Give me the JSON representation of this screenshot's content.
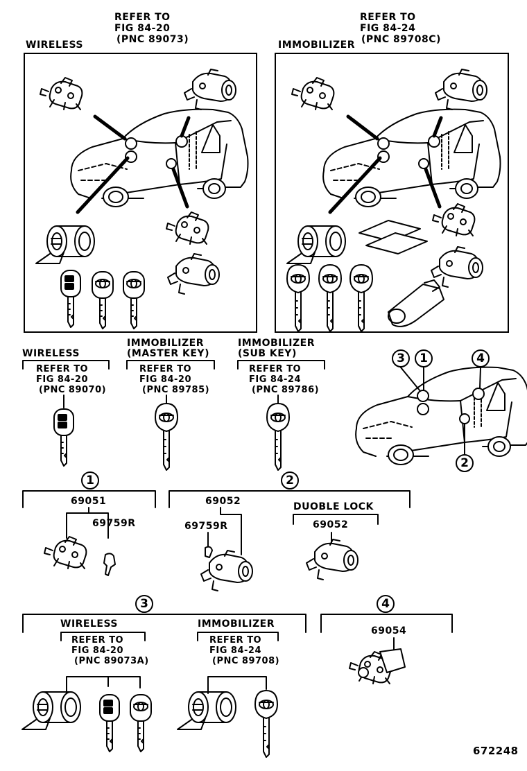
{
  "top_left": {
    "refer": [
      "REFER TO",
      "FIG 84-20",
      "(PNC 89073)"
    ],
    "title": "WIRELESS"
  },
  "top_right": {
    "refer": [
      "REFER TO",
      "FIG 84-24",
      "(PNC 89708C)"
    ],
    "title": "IMMOBILIZER"
  },
  "keys": [
    {
      "title": [
        "WIRELESS"
      ],
      "refer": [
        "REFER TO",
        "FIG 84-20",
        "(PNC 89070)"
      ]
    },
    {
      "title": [
        "IMMOBILIZER",
        "(MASTER KEY)"
      ],
      "refer": [
        "REFER TO",
        "FIG 84-20",
        "(PNC 89785)"
      ]
    },
    {
      "title": [
        "IMMOBILIZER",
        "(SUB KEY)"
      ],
      "refer": [
        "REFER TO",
        "FIG 84-24",
        "(PNC 89786)"
      ]
    }
  ],
  "car_callouts": [
    "3",
    "1",
    "4",
    "2"
  ],
  "group1": {
    "num": "1",
    "part_main": "69051",
    "part_sub": "69759R"
  },
  "group2": {
    "num": "2",
    "part_main": "69052",
    "part_sub": "69759R",
    "double_lock_title": "DUOBLE LOCK",
    "double_lock_part": "69052"
  },
  "group3": {
    "num": "3",
    "wireless": {
      "title": "WIRELESS",
      "refer": [
        "REFER TO",
        "FIG 84-20",
        "(PNC 89073A)"
      ]
    },
    "immobilizer": {
      "title": "IMMOBILIZER",
      "refer": [
        "REFER TO",
        "FIG 84-24",
        "(PNC 89708)"
      ]
    }
  },
  "group4": {
    "num": "4",
    "part": "69054"
  },
  "diagram_id": "672248"
}
